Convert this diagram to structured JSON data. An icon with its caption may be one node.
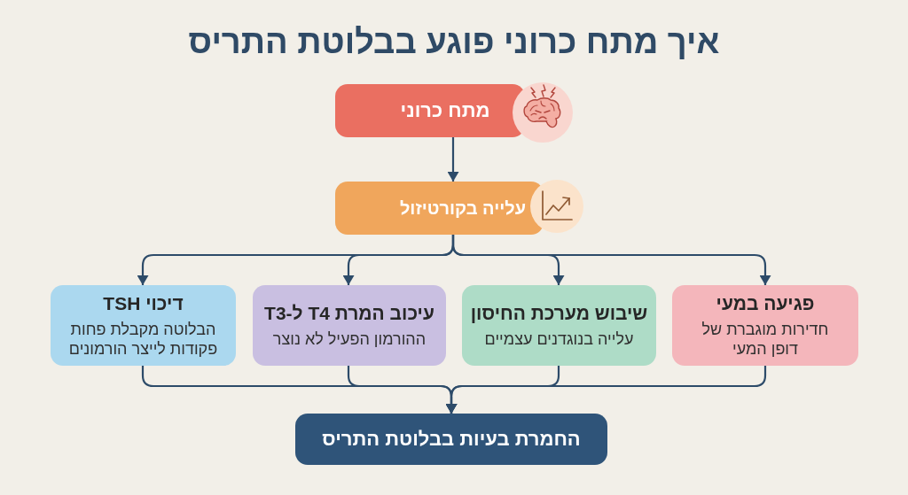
{
  "diagram": {
    "title": "איך מתח כרוני פוגע בבלוטת התריס",
    "nodes": [
      {
        "text": [
          "מתח כרוני"
        ]
      },
      {
        "text": [
          "עלייה בקורטיזול"
        ]
      },
      {
        "text": [
          "פגיעה במעי",
          "חדירות מוגברת של דופן המעי"
        ]
      },
      {
        "text": [
          "שיבוש מערכת החיסון",
          "עלייה בנוגדנים עצמיים"
        ]
      },
      {
        "text": [
          "עיכוב המרת T4 ל-T3",
          "ההורמון הפעיל לא נוצר"
        ]
      },
      {
        "text": [
          "דיכוי TSH",
          "הבלוטה מקבלת פחות פקודות לייצר הורמונים"
        ]
      },
      {
        "text": [
          "החמרת בעיות בבלוטת התריס"
        ]
      }
    ],
    "edges": [
      {
        "from": 0,
        "to": 1,
        "arrow": "to"
      },
      {
        "from": 1,
        "to": 2,
        "arrow": "to"
      },
      {
        "from": 1,
        "to": 3,
        "arrow": "to"
      },
      {
        "from": 1,
        "to": 4,
        "arrow": "to"
      },
      {
        "from": 1,
        "to": 5,
        "arrow": "to"
      },
      {
        "from": 2,
        "to": 6,
        "arrow": "to"
      },
      {
        "from": 3,
        "to": 6,
        "arrow": "to"
      },
      {
        "from": 4,
        "to": 6,
        "arrow": "to"
      },
      {
        "from": 5,
        "to": 6,
        "arrow": "to"
      }
    ]
  }
}
